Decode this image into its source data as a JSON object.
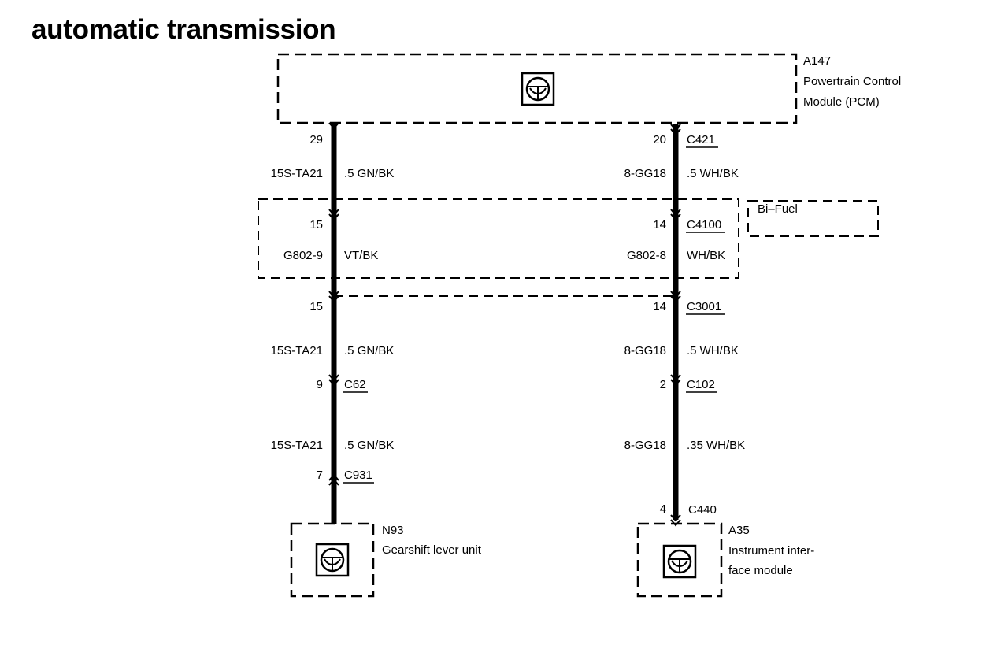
{
  "title": "automatic transmission",
  "modules": {
    "pcm": {
      "id": "A147",
      "name_line1": "Powertrain Control",
      "name_line2": "Module (PCM)"
    },
    "bifuel": {
      "label": "Bi–Fuel"
    },
    "gearshift": {
      "id": "N93",
      "name": "Gearshift lever unit"
    },
    "instrument": {
      "id": "A35",
      "name_line1": "Instrument inter-",
      "name_line2": "face module"
    }
  },
  "left_circuit": {
    "pcm_pin": "29",
    "seg1_circuit": "15S-TA21",
    "seg1_wire": ".5 GN/BK",
    "bifuel_pin": "15",
    "bifuel_circuit": "G802-9",
    "bifuel_wire": "VT/BK",
    "c3001_pin": "15",
    "seg3_circuit": "15S-TA21",
    "seg3_wire": ".5 GN/BK",
    "c62_pin": "9",
    "c62_label": "C62",
    "seg4_circuit": "15S-TA21",
    "seg4_wire": ".5 GN/BK",
    "c931_pin": "7",
    "c931_label": "C931"
  },
  "right_circuit": {
    "pcm_pin": "20",
    "c421_label": "C421",
    "seg1_circuit": "8-GG18",
    "seg1_wire": ".5 WH/BK",
    "bifuel_pin": "14",
    "c4100_label": "C4100",
    "bifuel_circuit": "G802-8",
    "bifuel_wire": "WH/BK",
    "c3001_pin": "14",
    "c3001_label": "C3001",
    "seg3_circuit": "8-GG18",
    "seg3_wire": ".5 WH/BK",
    "c102_pin": "2",
    "c102_label": "C102",
    "seg4_circuit": "8-GG18",
    "seg4_wire": ".35 WH/BK",
    "c440_pin": "4",
    "c440_label": "C440"
  }
}
